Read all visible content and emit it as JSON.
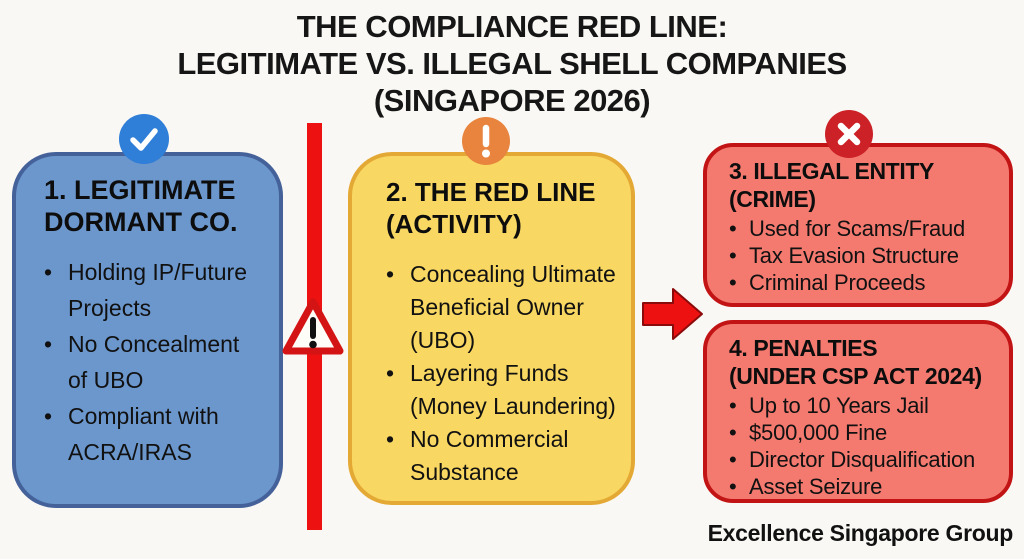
{
  "title": {
    "line1": "THE COMPLIANCE RED LINE:",
    "line2": "LEGITIMATE VS. ILLEGAL SHELL COMPANIES",
    "line3": "(SINGAPORE 2026)"
  },
  "ui": {
    "bullet_char": "•"
  },
  "colors": {
    "background": "#faf8f4",
    "red_line": "#ee1111",
    "arrow_fill": "#ee1111",
    "arrow_outline": "#8b0b0b",
    "blue_panel_fill": "#6b97cd",
    "blue_panel_border": "#44619a",
    "yellow_panel_fill": "#f8d762",
    "yellow_panel_border": "#e4a935",
    "red_panel_fill": "#f47a70",
    "red_panel_border": "#c21414",
    "check_badge_fill": "#2f7ed7",
    "warning_badge_fill": "#e8843e",
    "x_badge_fill": "#cb2127",
    "triangle_stroke": "#d41414",
    "text": "#111111"
  },
  "panels": {
    "legitimate": {
      "heading": "1. LEGITIMATE\nDORMANT CO.",
      "bullets": [
        "Holding IP/Future\nProjects",
        "No Concealment\nof UBO",
        "Compliant with\nACRA/IRAS"
      ]
    },
    "red_line": {
      "heading": "2. THE RED LINE\n(ACTIVITY)",
      "bullets": [
        "Concealing Ultimate\nBeneficial Owner\n(UBO)",
        "Layering Funds\n(Money Laundering)",
        "No Commercial\nSubstance"
      ]
    },
    "illegal": {
      "heading": "3. ILLEGAL ENTITY\n(CRIME)",
      "bullets": [
        "Used for Scams/Fraud",
        "Tax Evasion Structure",
        "Criminal Proceeds"
      ]
    },
    "penalties": {
      "heading": "4. PENALTIES\n(UNDER CSP ACT 2024)",
      "bullets": [
        "Up to 10 Years Jail",
        "$500,000 Fine",
        "Director Disqualification",
        "Asset Seizure"
      ]
    }
  },
  "footer": "Excellence Singapore Group"
}
